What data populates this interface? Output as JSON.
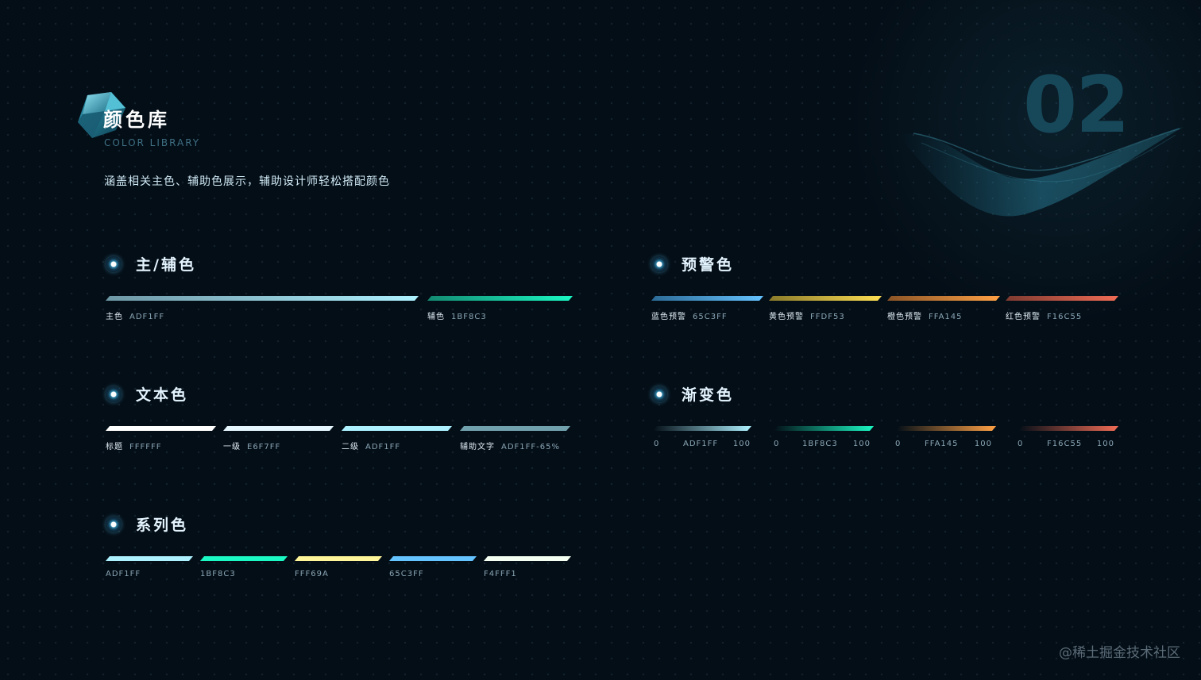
{
  "header": {
    "title": "颜色库",
    "subtitle": "COLOR LIBRARY",
    "description": "涵盖相关主色、辅助色展示，辅助设计师轻松搭配颜色",
    "page_number": "02"
  },
  "sections": {
    "primary": {
      "title": "主/辅色",
      "items": [
        {
          "name": "主色",
          "code": "ADF1FF",
          "color": "#ADF1FF"
        },
        {
          "name": "辅色",
          "code": "1BF8C3",
          "color": "#1BF8C3"
        }
      ]
    },
    "warning": {
      "title": "预警色",
      "items": [
        {
          "name": "蓝色预警",
          "code": "65C3FF",
          "color": "#65C3FF"
        },
        {
          "name": "黄色预警",
          "code": "FFDF53",
          "color": "#FFDF53"
        },
        {
          "name": "橙色预警",
          "code": "FFA145",
          "color": "#FFA145"
        },
        {
          "name": "红色预警",
          "code": "F16C55",
          "color": "#F16C55"
        }
      ]
    },
    "text": {
      "title": "文本色",
      "items": [
        {
          "name": "标题",
          "code": "FFFFFF",
          "color": "#FFFFFF"
        },
        {
          "name": "一级",
          "code": "E6F7FF",
          "color": "#E6F7FF"
        },
        {
          "name": "二级",
          "code": "ADF1FF",
          "color": "#ADF1FF"
        },
        {
          "name": "辅助文字",
          "code": "ADF1FF-65%",
          "color": "#ADF1FF"
        }
      ]
    },
    "gradient": {
      "title": "渐变色",
      "items": [
        {
          "start": "0",
          "code": "ADF1FF",
          "end": "100",
          "color": "#ADF1FF"
        },
        {
          "start": "0",
          "code": "1BF8C3",
          "end": "100",
          "color": "#1BF8C3"
        },
        {
          "start": "0",
          "code": "FFA145",
          "end": "100",
          "color": "#FFA145"
        },
        {
          "start": "0",
          "code": "F16C55",
          "end": "100",
          "color": "#F16C55"
        }
      ]
    },
    "series": {
      "title": "系列色",
      "items": [
        {
          "code": "ADF1FF",
          "color": "#ADF1FF"
        },
        {
          "code": "1BF8C3",
          "color": "#1BF8C3"
        },
        {
          "code": "FFF69A",
          "color": "#FFF69A"
        },
        {
          "code": "65C3FF",
          "color": "#65C3FF"
        },
        {
          "code": "F4FFF1",
          "color": "#F4FFF1"
        }
      ]
    }
  },
  "watermark": "@稀土掘金技术社区"
}
